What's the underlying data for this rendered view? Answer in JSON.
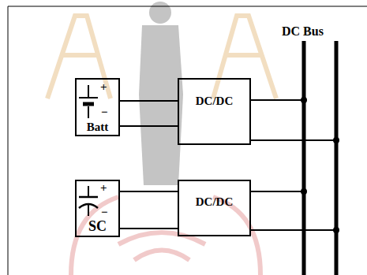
{
  "diagram": {
    "nodes": [
      {
        "text": [
          "Batt"
        ]
      },
      {
        "text": [
          "DC/DC"
        ]
      },
      {
        "text": [
          "SC"
        ]
      },
      {
        "text": [
          "DC/DC"
        ]
      }
    ],
    "edges": [
      {
        "from": 0,
        "to": 1,
        "arrow": "none"
      },
      {
        "from": 0,
        "to": 1,
        "arrow": "none"
      },
      {
        "from": 2,
        "to": 3,
        "arrow": "none"
      },
      {
        "from": 2,
        "to": 3,
        "arrow": "none"
      }
    ],
    "labels": [
      "DC Bus",
      "+",
      "−",
      "+",
      "−"
    ]
  }
}
